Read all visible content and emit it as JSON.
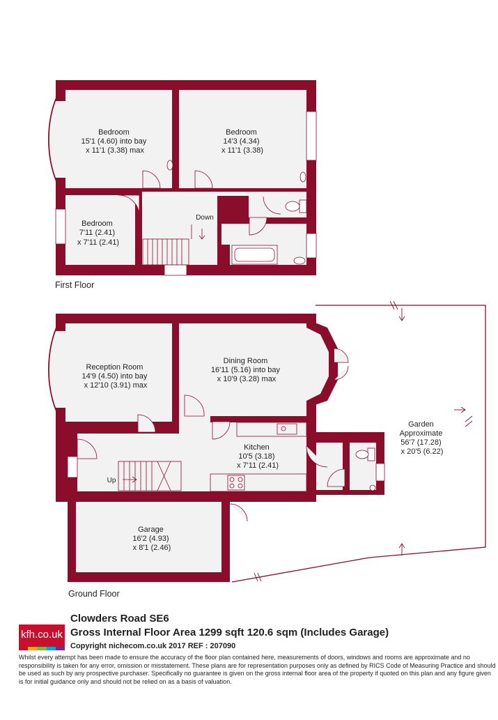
{
  "colors": {
    "wall": "#8b0d2c",
    "floor": "#f2f2f2",
    "line": "#8b0d2c",
    "brand": "#c8102e",
    "logo_stripes": [
      "#c8102e",
      "#f5a623",
      "#7ab648",
      "#00a7e1",
      "#6d2c91"
    ]
  },
  "first_floor": {
    "label": "First Floor",
    "rooms": [
      {
        "name": "Bedroom",
        "line1": "15'1 (4.60) into bay",
        "line2": "x 11'1 (3.38) max"
      },
      {
        "name": "Bedroom",
        "line1": "14'3 (4.34)",
        "line2": "x 11'1 (3.38)"
      },
      {
        "name": "Bedroom",
        "line1": "7'11 (2.41)",
        "line2": "x 7'11 (2.41)"
      }
    ],
    "stair_label": "Down"
  },
  "ground_floor": {
    "label": "Ground Floor",
    "rooms": [
      {
        "name": "Reception Room",
        "line1": "14'9 (4.50) into bay",
        "line2": "x 12'10 (3.91) max"
      },
      {
        "name": "Dining Room",
        "line1": "16'11 (5.16) into bay",
        "line2": "x 10'9 (3.28) max"
      },
      {
        "name": "Kitchen",
        "line1": "10'5 (3.18)",
        "line2": "x 7'11 (2.41)"
      },
      {
        "name": "Garage",
        "line1": "16'2 (4.93)",
        "line2": "x 8'1 (2.46)"
      }
    ],
    "garden": {
      "name": "Garden",
      "line1": "Approximate",
      "line2": "56'7 (17.28)",
      "line3": "x 20'5 (6.22)"
    },
    "stair_label": "Up"
  },
  "footer": {
    "logo_text": "kfh.co.uk",
    "address": "Clowders Road  SE6",
    "area": "Gross Internal Floor Area 1299 sqft 120.6 sqm (Includes Garage)",
    "copyright": "Copyright nichecom.co.uk 2017 REF : 207090",
    "disclaimer": "Whilst every attempt has been made to ensure the accuracy of the floor plan contained here, measurements of doors, windows and rooms are approximate and no responsibility is taken for any error, omission or misstatement.  These plans are for representation purposes only as defined by RICS Code of Measuring Practice and should be used as such by any prospective purchaser.  Specifically no guarantee is given on the gross internal floor area of the property if quoted on this plan and any figure given is for initial guidance only and should not be relied on as a basis of valuation."
  }
}
